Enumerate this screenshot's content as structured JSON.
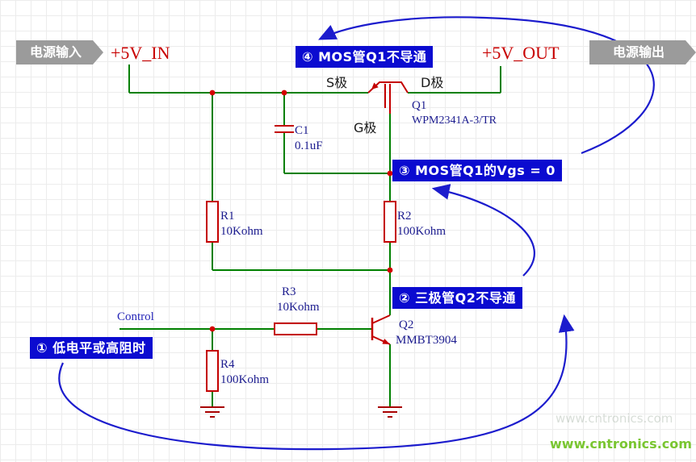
{
  "badges": {
    "input": "电源输入",
    "output": "电源输出"
  },
  "power": {
    "vin": "+5V_IN",
    "vout": "+5V_OUT"
  },
  "pins": {
    "source": "S极",
    "drain": "D极",
    "gate": "G极"
  },
  "nets": {
    "control": "Control"
  },
  "components": {
    "q1": {
      "ref": "Q1",
      "value": "WPM2341A-3/TR"
    },
    "q2": {
      "ref": "Q2",
      "value": "MMBT3904"
    },
    "c1": {
      "ref": "C1",
      "value": "0.1uF"
    },
    "r1": {
      "ref": "R1",
      "value": "10Kohm"
    },
    "r2": {
      "ref": "R2",
      "value": "100Kohm"
    },
    "r3": {
      "ref": "R3",
      "value": "10Kohm"
    },
    "r4": {
      "ref": "R4",
      "value": "100Kohm"
    }
  },
  "annotations": {
    "step1": "① 低电平或高阻时",
    "step2": "② 三极管Q2不导通",
    "step3": "③ MOS管Q1的Vgs = 0",
    "step4": "④ MOS管Q1不导通"
  },
  "watermark": {
    "site": "www.cntronics.com"
  },
  "colors": {
    "wire": "#008000",
    "component": "#c40000",
    "junction": "#d40000",
    "annotation_bg": "#0b0bd0",
    "annotation_arrow": "#1c1ccd",
    "power_text": "#c80000",
    "badge_bg": "#9b9b9b",
    "watermark": "#7ac632"
  }
}
